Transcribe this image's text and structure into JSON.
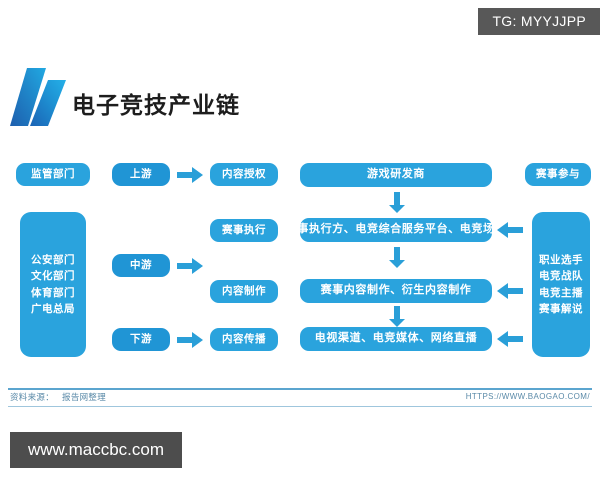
{
  "watermarks": {
    "tg": "TG: MYYJJPP",
    "site": "www.maccbc.com"
  },
  "header": {
    "title": "电子竞技产业链",
    "logo_icon": "double-parallelogram-logo"
  },
  "left_column": {
    "regulator_label": "监管部门",
    "agencies": [
      "公安部门",
      "文化部门",
      "体育部门",
      "广电总局"
    ]
  },
  "stages": [
    {
      "label": "上游",
      "output": "内容授权"
    },
    {
      "label": "中游",
      "outputs": [
        "赛事执行",
        "内容制作"
      ]
    },
    {
      "label": "下游",
      "output": "内容传播"
    }
  ],
  "stage_outputs": {
    "upstream": "内容授权",
    "mid_upper": "赛事执行",
    "mid_lower": "内容制作",
    "downstream": "内容传播"
  },
  "main_flow": [
    "游戏研发商",
    "赛事执行方、电竞综合服务平台、电竞场馆",
    "赛事内容制作、衍生内容制作",
    "电视渠道、电竞媒体、网络直播"
  ],
  "right_column": {
    "participation_label": "赛事参与",
    "participants": [
      "职业选手",
      "电竞战队",
      "电竞主播",
      "赛事解说"
    ]
  },
  "footer": {
    "source_label": "资料来源：",
    "source_value": "报告网整理",
    "url": "HTTPS://WWW.BAOGAO.COM/"
  },
  "colors": {
    "pill_blue": "#2aa3dd",
    "pill_blue_dark": "#2095d5",
    "arrow_blue": "#2a9fd8",
    "logo_blue_dark": "#2b57a8",
    "logo_blue_light": "#21a7e0",
    "footer_line": "#5ba5cf",
    "footer_text": "#5a8aa8",
    "watermark_bg": "#585858"
  }
}
